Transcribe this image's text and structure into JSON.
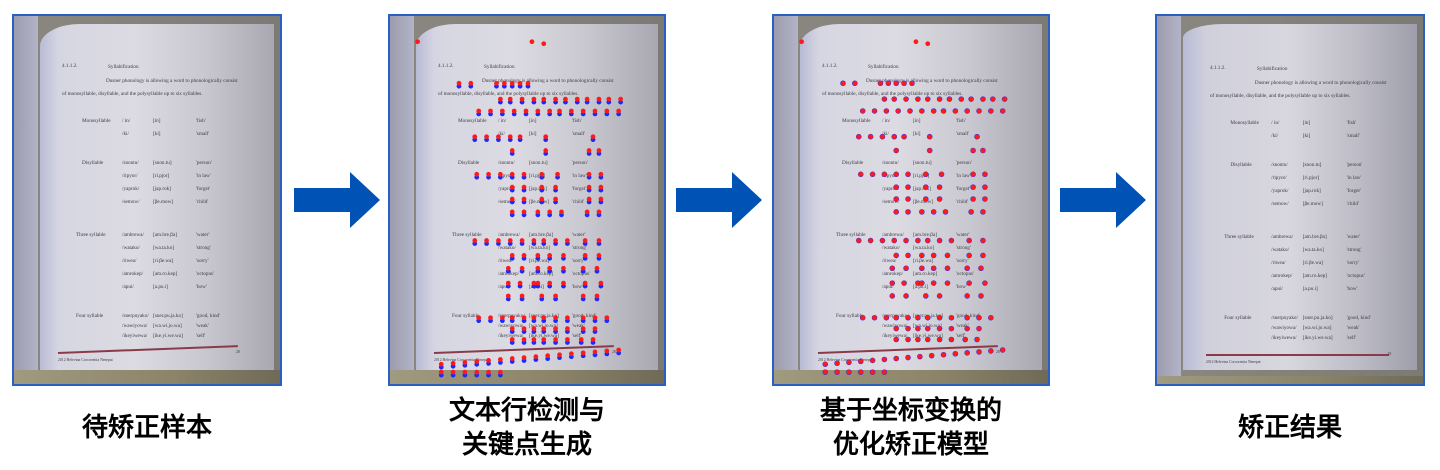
{
  "stages": [
    {
      "id": "input",
      "label_lines": [
        "待矫正样本"
      ]
    },
    {
      "id": "detect",
      "label_lines": [
        "文本行检测与",
        "关键点生成"
      ]
    },
    {
      "id": "optimize",
      "label_lines": [
        "基于坐标变换的",
        "优化矫正模型"
      ]
    },
    {
      "id": "result",
      "label_lines": [
        "矫正结果"
      ]
    }
  ],
  "arrows": {
    "color": "#0052b4",
    "icon": "right-arrow-icon"
  },
  "frame_color": "#2a5fc4",
  "keypoint_colors": {
    "primary": "#ff1a1a",
    "secondary": "#1a2aff"
  },
  "document": {
    "section_number": "4.1.1.2.",
    "section_title": "Syllabification",
    "intro_line1": "Dusner phonology is allowing a word to phonologically consist",
    "intro_line2": "of monosyllable, disyllable, and the polysyllable up to six syllables.",
    "groups": [
      {
        "category": "Monosyllable",
        "rows": [
          {
            "phonemic": "/ in/",
            "phonetic": "[in]",
            "gloss": "'fish'"
          },
          {
            "phonemic": "/ki/",
            "phonetic": "[ki]",
            "gloss": "'small'"
          }
        ]
      },
      {
        "category": "Disyllable",
        "rows": [
          {
            "phonemic": "/snontu/",
            "phonetic": "[snon.tu]",
            "gloss": "'person'"
          },
          {
            "phonemic": "/ripyor/",
            "phonetic": "[ri.pjor]",
            "gloss": "'in law'"
          },
          {
            "phonemic": "/yaprok/",
            "phonetic": "[jap.rok]",
            "gloss": "'forget'"
          },
          {
            "phonemic": "/semow/",
            "phonetic": "[βe.mow]",
            "gloss": "'child'"
          }
        ]
      },
      {
        "category": "Three syllable",
        "rows": [
          {
            "phonemic": "/ambrewa/",
            "phonetic": "[am.bre.βa]",
            "gloss": "'water'"
          },
          {
            "phonemic": "/watako/",
            "phonetic": "[wa.ta.ko]",
            "gloss": "'strong'"
          },
          {
            "phonemic": "/riwea/",
            "phonetic": "[ri.βe.wa]",
            "gloss": "'sorry'"
          },
          {
            "phonemic": "/amrokep/",
            "phonetic": "[am.ro.kep]",
            "gloss": "'octopus'"
          },
          {
            "phonemic": "/apui/",
            "phonetic": "[a.pu.i]",
            "gloss": "'bow'"
          }
        ]
      },
      {
        "category": "Four syllable",
        "rows": [
          {
            "phonemic": "/snerpuyako/",
            "phonetic": "[sner.pu.ja.ko]",
            "gloss": "'good, kind'"
          },
          {
            "phonemic": "/wawiyowa/",
            "phonetic": "[wa.wi.jo.wa]",
            "gloss": "'weak'"
          },
          {
            "phonemic": "/ikeyiwewa/",
            "phonetic": "[ike.yi.we.wa]",
            "gloss": "'self'"
          }
        ]
      }
    ],
    "footer_left": "2012 Helevina Corcorentia Nenepat",
    "page_number": "28"
  }
}
